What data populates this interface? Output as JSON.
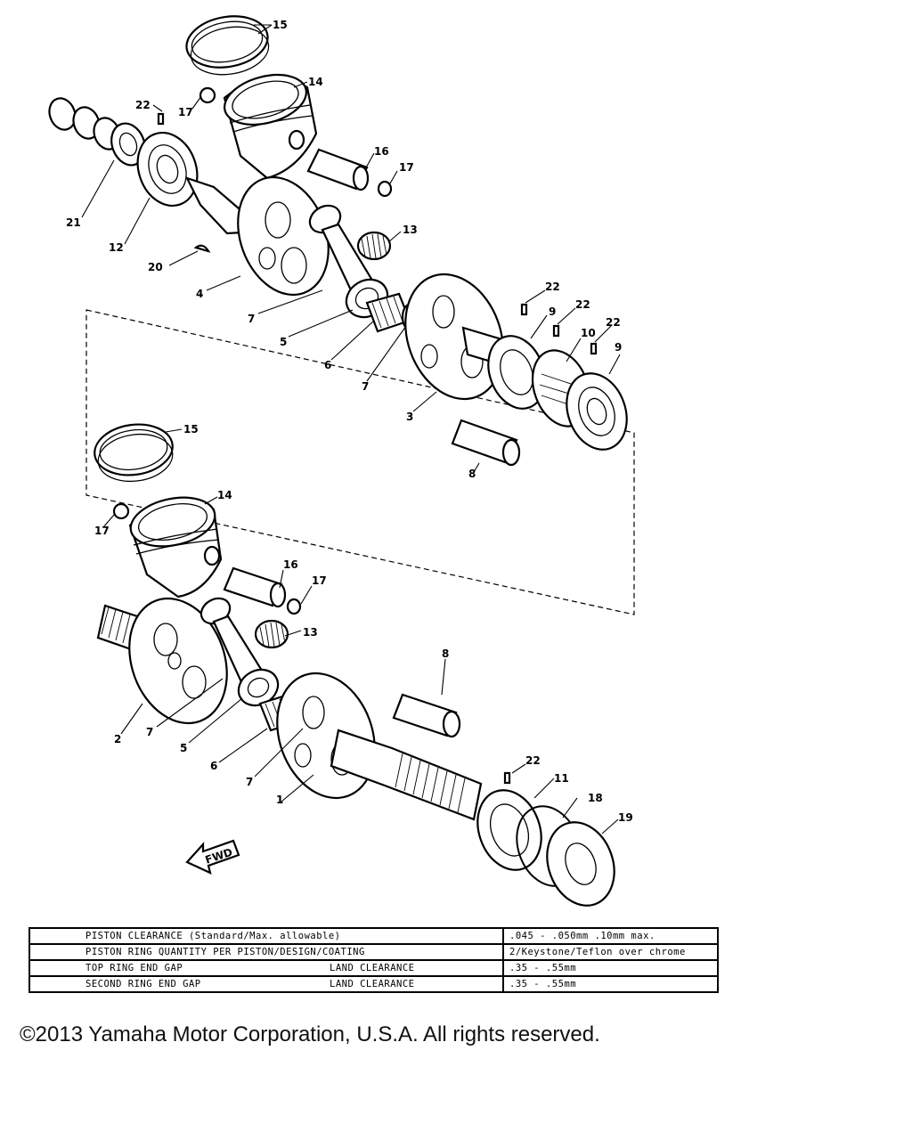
{
  "callouts": {
    "c15a": "15",
    "c14a": "14",
    "c22a": "22",
    "c17a": "17",
    "c16a": "16",
    "c17b": "17",
    "c21": "21",
    "c12": "12",
    "c20": "20",
    "c4": "4",
    "c13a": "13",
    "c7a": "7",
    "c5a": "5",
    "c6a": "6",
    "c7b": "7",
    "c3": "3",
    "c22b": "22",
    "c9a": "9",
    "c22c": "22",
    "c10": "10",
    "c22d": "22",
    "c9b": "9",
    "c8a": "8",
    "c15b": "15",
    "c14b": "14",
    "c17c": "17",
    "c16b": "16",
    "c17d": "17",
    "c13b": "13",
    "c8b": "8",
    "c2": "2",
    "c7c": "7",
    "c5b": "5",
    "c6b": "6",
    "c7d": "7",
    "c1": "1",
    "c22e": "22",
    "c11": "11",
    "c18": "18",
    "c19": "19"
  },
  "fwd_label": "FWD",
  "spec_table": [
    {
      "label": "PISTON CLEARANCE (Standard/Max. allowable)",
      "label_right": "",
      "value": ".045 - .050mm        .10mm max."
    },
    {
      "label": "PISTON RING QUANTITY PER PISTON/DESIGN/COATING",
      "label_right": "",
      "value": "2/Keystone/Teflon over chrome"
    },
    {
      "label": "TOP RING END GAP",
      "label_right": "LAND CLEARANCE",
      "value": ".35 - .55mm"
    },
    {
      "label": "SECOND RING END GAP",
      "label_right": "LAND CLEARANCE",
      "value": ".35 - .55mm"
    }
  ],
  "copyright": "©2013 Yamaha Motor Corporation, U.S.A. All rights reserved."
}
